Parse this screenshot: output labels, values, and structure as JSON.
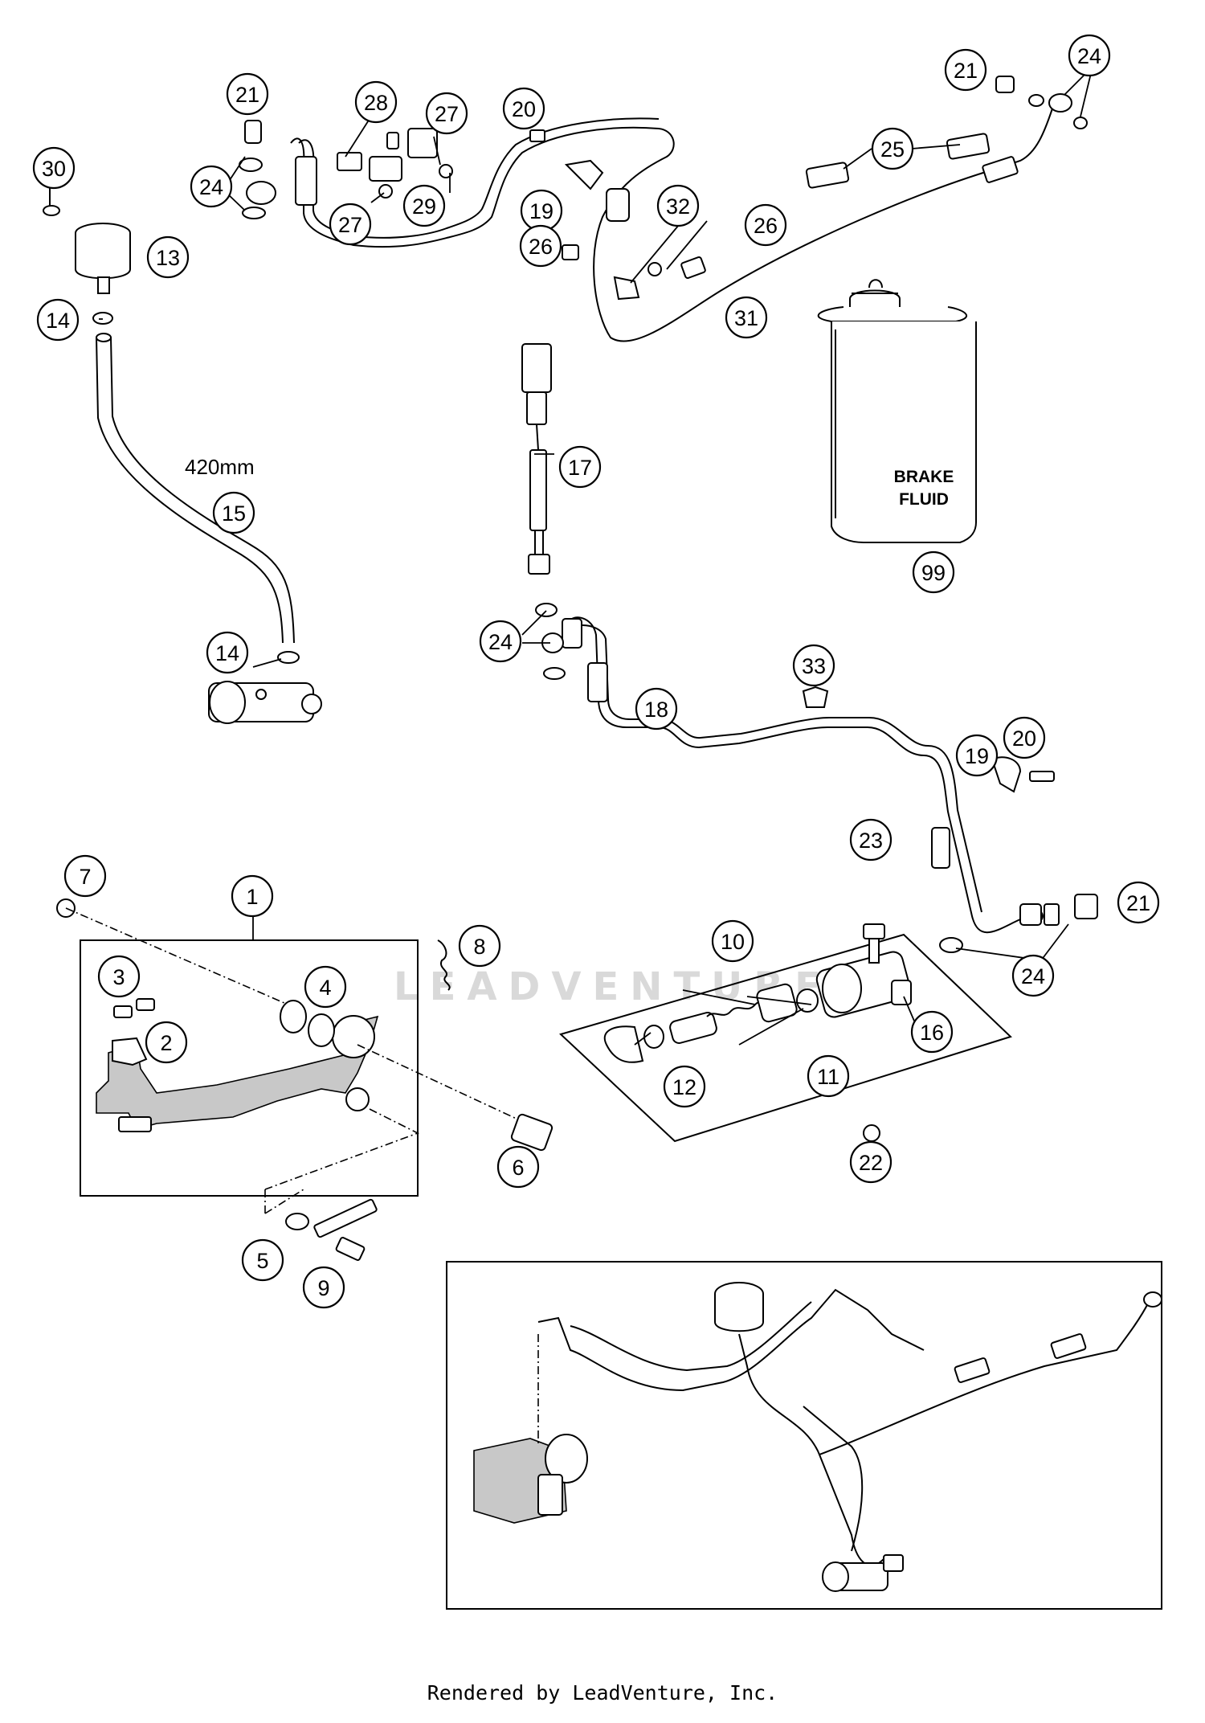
{
  "diagram": {
    "dimension_label": "420mm",
    "can_label_line1": "BRAKE",
    "can_label_line2": "FLUID",
    "watermark_text": "LEADVENTURE",
    "callouts": [
      "1",
      "2",
      "3",
      "4",
      "5",
      "6",
      "7",
      "8",
      "9",
      "10",
      "11",
      "12",
      "13",
      "14",
      "14",
      "15",
      "16",
      "17",
      "18",
      "19",
      "19",
      "20",
      "20",
      "21",
      "21",
      "21",
      "22",
      "23",
      "24",
      "24",
      "24",
      "24",
      "25",
      "26",
      "26",
      "27",
      "27",
      "28",
      "29",
      "30",
      "31",
      "32",
      "33",
      "99"
    ]
  },
  "footer": {
    "text": "Rendered by LeadVenture, Inc."
  }
}
